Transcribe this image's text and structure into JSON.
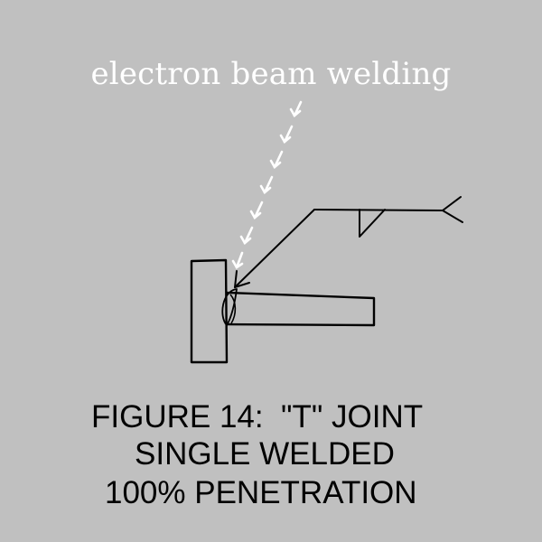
{
  "figure": {
    "process_label": "electron beam welding",
    "caption_lines": [
      "FIGURE 14:  \"T\" JOINT",
      "SINGLE WELDED",
      "100% PENETRATION"
    ]
  },
  "colors": {
    "background": "#c0c0c0",
    "ink": "#000000",
    "beam": "#ffffff"
  }
}
